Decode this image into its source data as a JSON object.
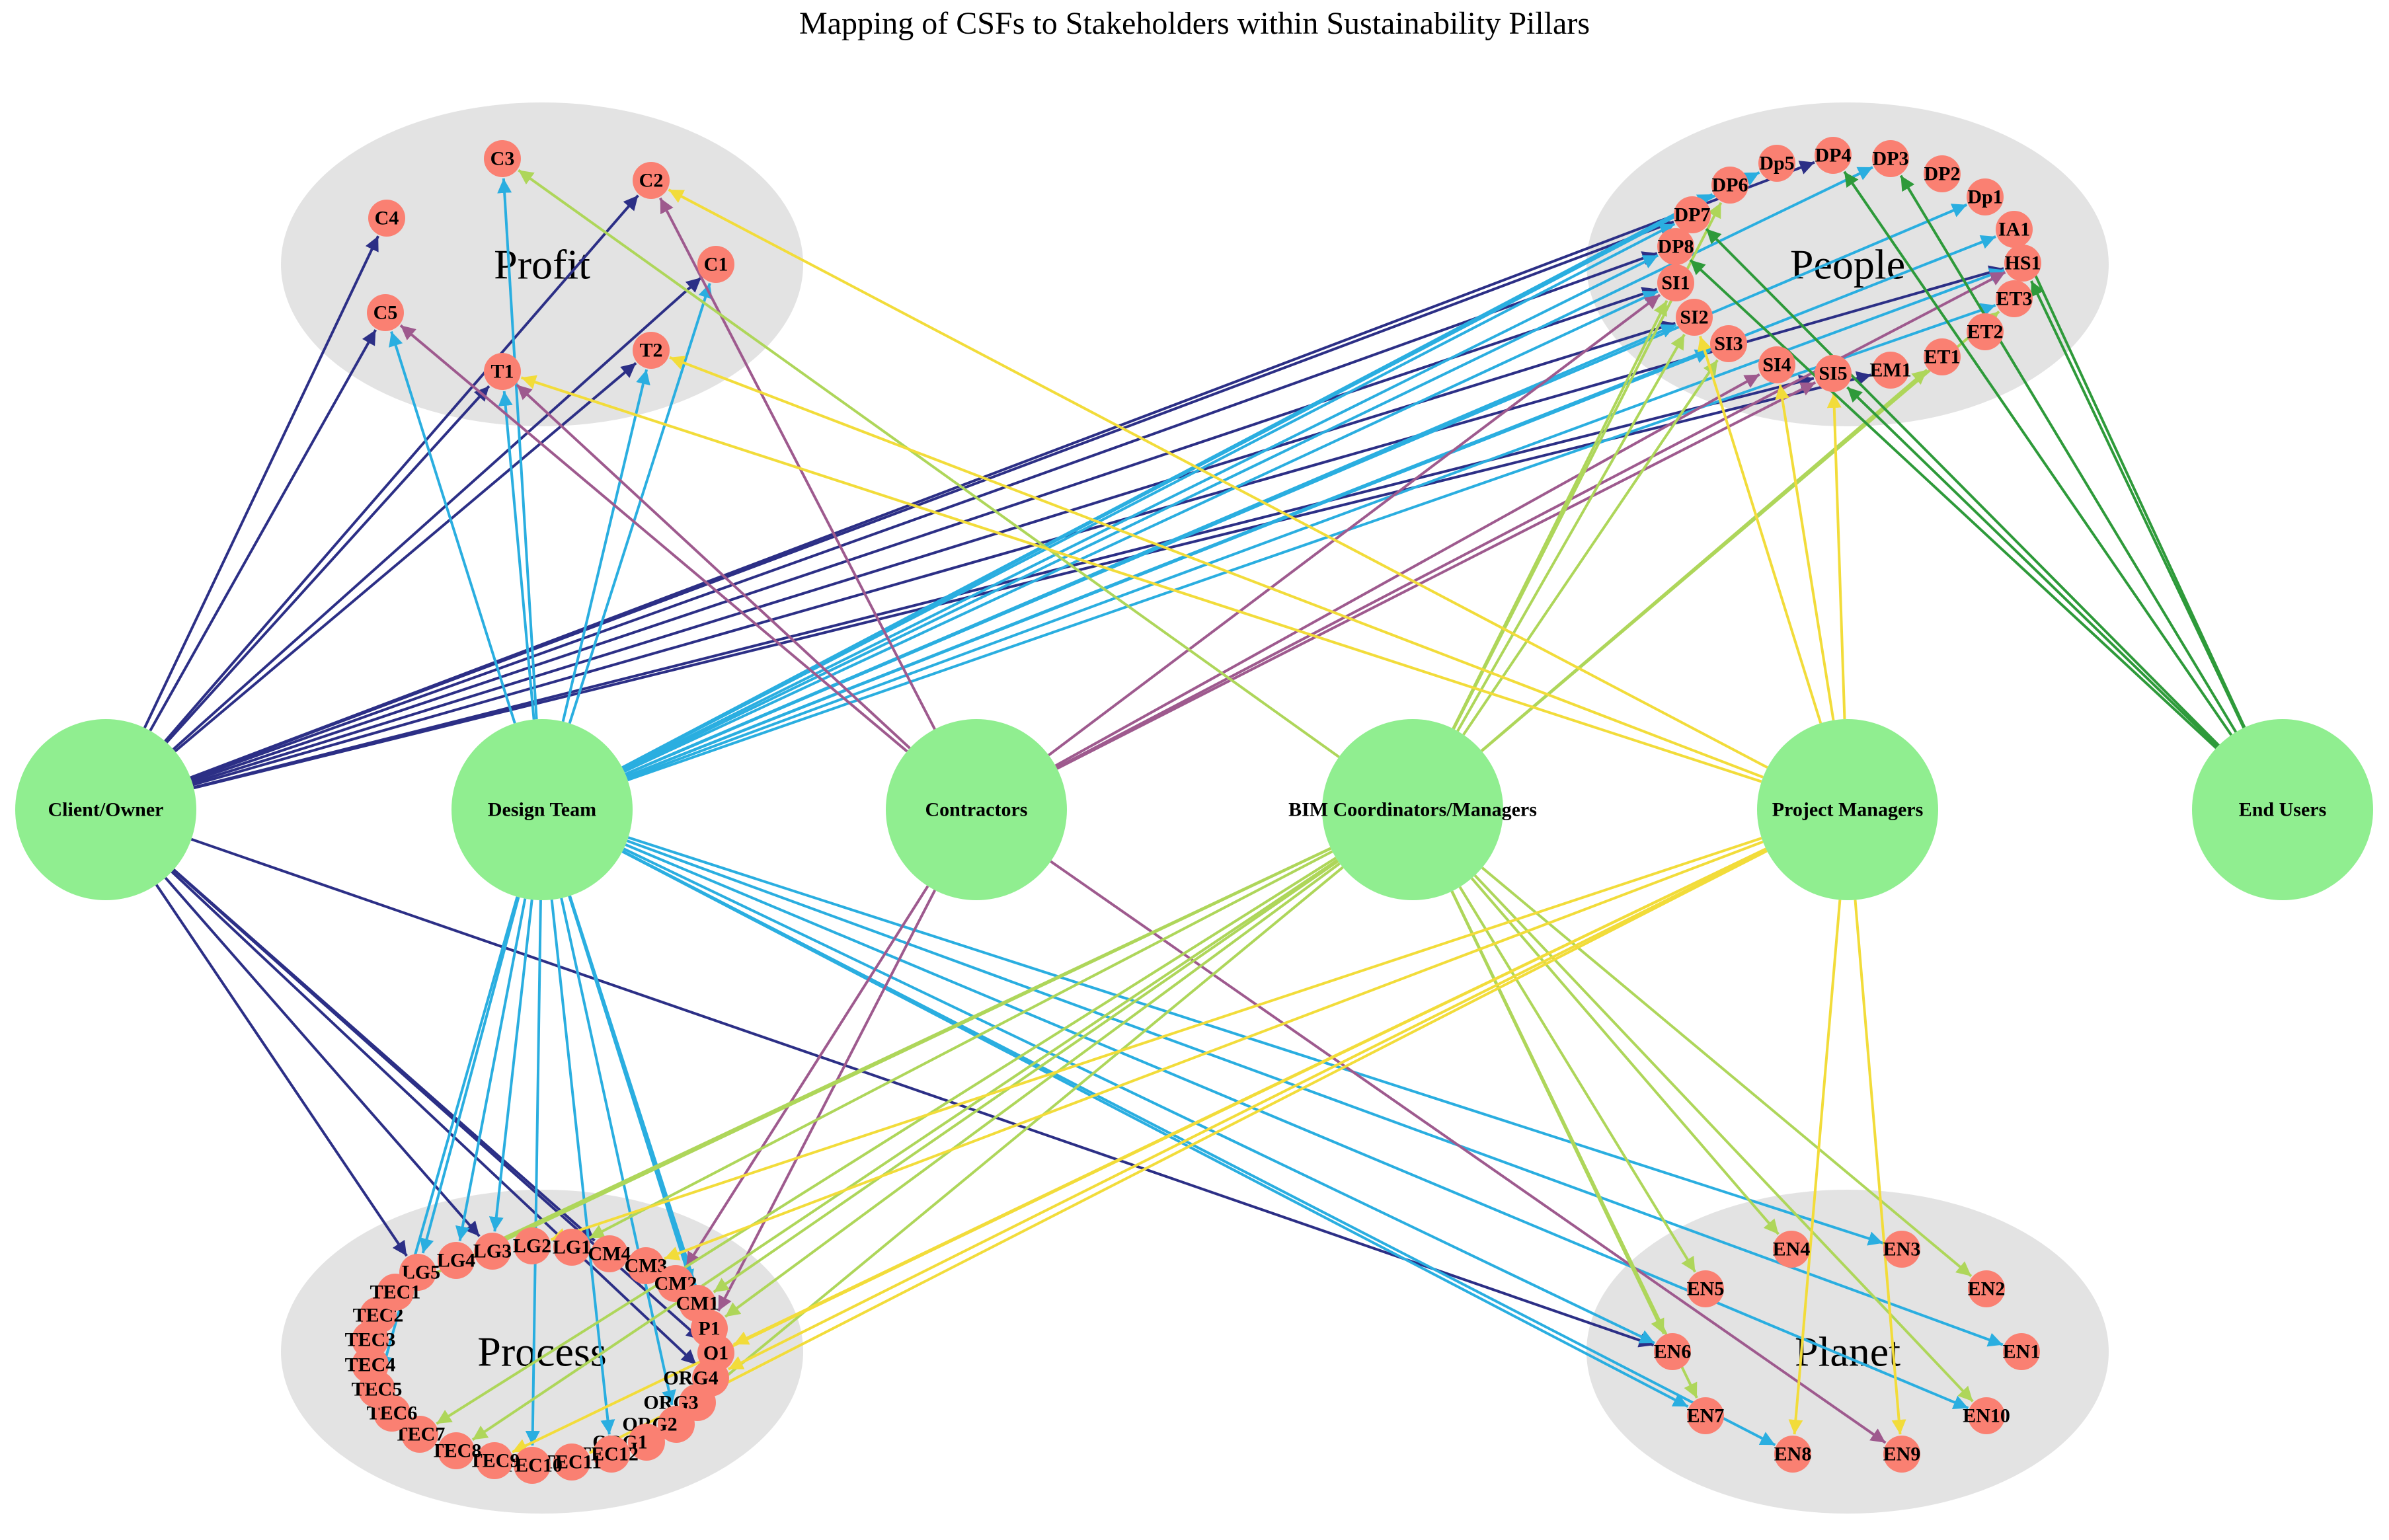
{
  "title": "Mapping of CSFs to Stakeholders within Sustainability Pillars",
  "colors": {
    "stakeholder_node": "#90ee90",
    "csf_node": "#fa8072",
    "pillar_ellipse": "#e3e3e3",
    "Client/Owner": "#2c2f86",
    "Design Team": "#2aaee0",
    "Contractors": "#9e5a8e",
    "BIM Coordinators/Managers": "#aed65a",
    "Project Managers": "#f2dc3a",
    "End Users": "#2e9a3a"
  },
  "pillars": [
    {
      "id": "Profit",
      "label": "Profit"
    },
    {
      "id": "People",
      "label": "People"
    },
    {
      "id": "Process",
      "label": "Process"
    },
    {
      "id": "Planet",
      "label": "Planet"
    }
  ],
  "stakeholders": [
    {
      "id": "Client/Owner",
      "label": "Client/Owner"
    },
    {
      "id": "Design Team",
      "label": "Design Team"
    },
    {
      "id": "Contractors",
      "label": "Contractors"
    },
    {
      "id": "BIM Coordinators/Managers",
      "label": "BIM Coordinators/Managers"
    },
    {
      "id": "Project Managers",
      "label": "Project Managers"
    },
    {
      "id": "End Users",
      "label": "End Users"
    }
  ],
  "csfs": {
    "Profit": [
      "C3",
      "C2",
      "C4",
      "C1",
      "C5",
      "T1",
      "T2"
    ],
    "People": [
      "DP6",
      "Dp5",
      "DP4",
      "DP3",
      "DP2",
      "DP7",
      "Dp1",
      "IA1",
      "DP8",
      "HS1",
      "SI1",
      "ET3",
      "SI2",
      "ET2",
      "SI3",
      "SI4",
      "SI5",
      "EM1",
      "ET1"
    ],
    "Process": [
      "LG5",
      "LG4",
      "LG3",
      "LG2",
      "LG1",
      "CM4",
      "CM3",
      "CM2",
      "CM1",
      "P1",
      "Q1",
      "ORG4",
      "ORG3",
      "ORG2",
      "ORG1",
      "TEC12",
      "TEC11",
      "TEC10",
      "TEC9",
      "TEC8",
      "TEC7",
      "TEC6",
      "TEC5",
      "TEC4",
      "TEC3",
      "TEC2",
      "TEC1"
    ],
    "Planet": [
      "EN4",
      "EN3",
      "EN2",
      "EN5",
      "EN1",
      "EN6",
      "EN10",
      "EN7",
      "EN8",
      "EN9"
    ]
  },
  "edges": {
    "Client/Owner": [
      "C4",
      "C5",
      "T1",
      "C2",
      "C1",
      "T2",
      "DP7",
      "DP4",
      "DP8",
      "SI1",
      "SI2",
      "HS1",
      "SI5",
      "EM1",
      "LG5",
      "LG3",
      "CM4",
      "Q1",
      "ORG4",
      "EN6"
    ],
    "Design Team": [
      "C3",
      "C5",
      "T1",
      "T2",
      "C1",
      "DP6",
      "Dp5",
      "DP3",
      "Dp1",
      "IA1",
      "DP7",
      "DP8",
      "SI1",
      "SI2",
      "SI3",
      "ET3",
      "HS1",
      "LG5",
      "LG4",
      "LG3",
      "TEC5",
      "TEC10",
      "TEC12",
      "ORG2",
      "P1",
      "CM1",
      "Q1",
      "EN1",
      "EN3",
      "EN7",
      "EN8",
      "EN10",
      "EN6"
    ],
    "Contractors": [
      "C2",
      "T1",
      "C5",
      "SI1",
      "SI4",
      "HS1",
      "SI5",
      "CM2",
      "P1",
      "EN9"
    ],
    "BIM Coordinators/Managers": [
      "C3",
      "DP6",
      "SI1",
      "SI2",
      "SI3",
      "ET1",
      "ET3",
      "LG4",
      "LG1",
      "TEC1",
      "TEC7",
      "TEC8",
      "ORG1",
      "CM1",
      "P1",
      "EN2",
      "EN4",
      "EN5",
      "EN6",
      "EN7",
      "EN10"
    ],
    "Project Managers": [
      "C2",
      "T1",
      "T2",
      "SI2",
      "SI4",
      "SI5",
      "LG2",
      "CM3",
      "TEC9",
      "TEC11",
      "ORG4",
      "Q1",
      "EN8",
      "EN9"
    ],
    "End Users": [
      "DP7",
      "DP8",
      "DP4",
      "DP3",
      "IA1",
      "SI5",
      "HS1"
    ]
  }
}
